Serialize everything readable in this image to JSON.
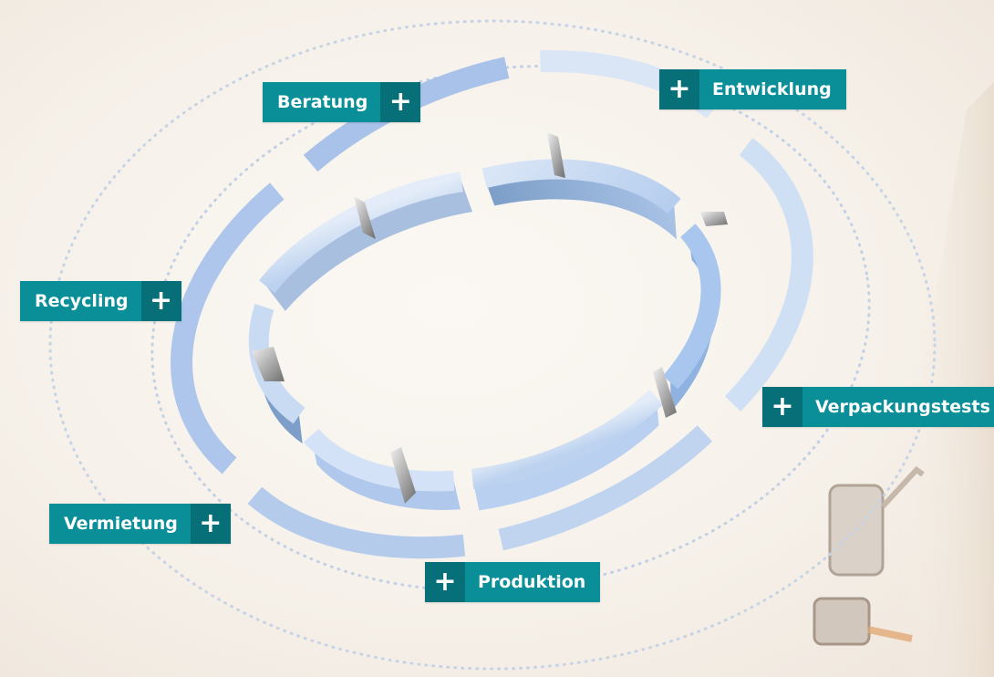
{
  "diagram": {
    "nodes": [
      {
        "id": "beratung",
        "label": "Beratung",
        "plus_glyph": "+"
      },
      {
        "id": "entwicklung",
        "label": "Entwicklung",
        "plus_glyph": "+"
      },
      {
        "id": "recycling",
        "label": "Recycling",
        "plus_glyph": "+"
      },
      {
        "id": "verpackungstests",
        "label": "Verpackungstests",
        "plus_glyph": "+"
      },
      {
        "id": "vermietung",
        "label": "Vermietung",
        "plus_glyph": "+"
      },
      {
        "id": "produktion",
        "label": "Produktion",
        "plus_glyph": "+"
      }
    ],
    "icons": {
      "expand": "plus-icon"
    },
    "colors": {
      "label_bg": "#0a8f98",
      "plus_bg": "#076f77",
      "ring_light": "#c7d9f0",
      "ring_mid": "#a9c4ea",
      "ring_dark": "#7fa6d6",
      "dots": "#b9c9e2"
    }
  }
}
